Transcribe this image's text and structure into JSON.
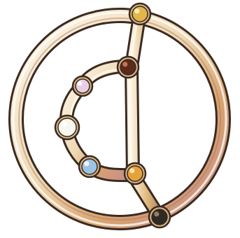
{
  "item": {
    "name": "",
    "gems": [
      {
        "id": "top",
        "color": "#e2b64a",
        "highlight": "#fff4c8"
      },
      {
        "id": "upper-bar",
        "color": "#5a2a1c",
        "highlight": "#d07a5c"
      },
      {
        "id": "arc-upper",
        "color": "#e9cfe6",
        "highlight": "#ffffff"
      },
      {
        "id": "arc-middle",
        "color": "#f7f7ef",
        "highlight": "#ffffff"
      },
      {
        "id": "arc-lower",
        "color": "#9cc4e4",
        "highlight": "#ffffff"
      },
      {
        "id": "lower-bar",
        "color": "#e6a23a",
        "highlight": "#ffe9b8"
      },
      {
        "id": "bottom",
        "color": "#2f2a24",
        "highlight": "#9a8a70"
      }
    ],
    "metal_colors": {
      "outline": "#3a2a20",
      "base": "#d9b68a",
      "highlight": "#fbf3e4",
      "shadow": "#b87a56",
      "rose": "#c98b8b"
    }
  }
}
